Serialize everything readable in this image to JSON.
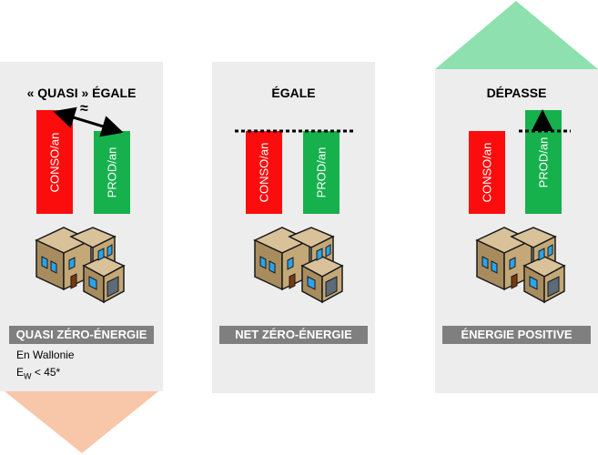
{
  "panels": [
    {
      "heading": "« QUASI » ÉGALE",
      "conso_label": "CONSO/an",
      "prod_label": "PROD/an",
      "approx_symbol": "≈",
      "category": "QUASI ZÉRO-ÉNERGIE",
      "note_line1": "En Wallonie",
      "note_line2_main": "E",
      "note_line2_sub": "W",
      "note_line2_rest": " < 45*"
    },
    {
      "heading": "ÉGALE",
      "conso_label": "CONSO/an",
      "prod_label": "PROD/an",
      "category": "NET ZÉRO-ÉNERGIE"
    },
    {
      "heading": "DÉPASSE",
      "conso_label": "CONSO/an",
      "prod_label": "PROD/an",
      "category": "ÉNERGIE POSITIVE"
    }
  ],
  "colors": {
    "conso": "#fb0d0d",
    "prod": "#16b14c",
    "arrow_down": "#f8c6a8",
    "arrow_up": "#8ee0ae",
    "label_bg": "#7f7f7f"
  },
  "icons": [
    "house-icon",
    "down-arrow-shape",
    "up-arrow-shape"
  ]
}
